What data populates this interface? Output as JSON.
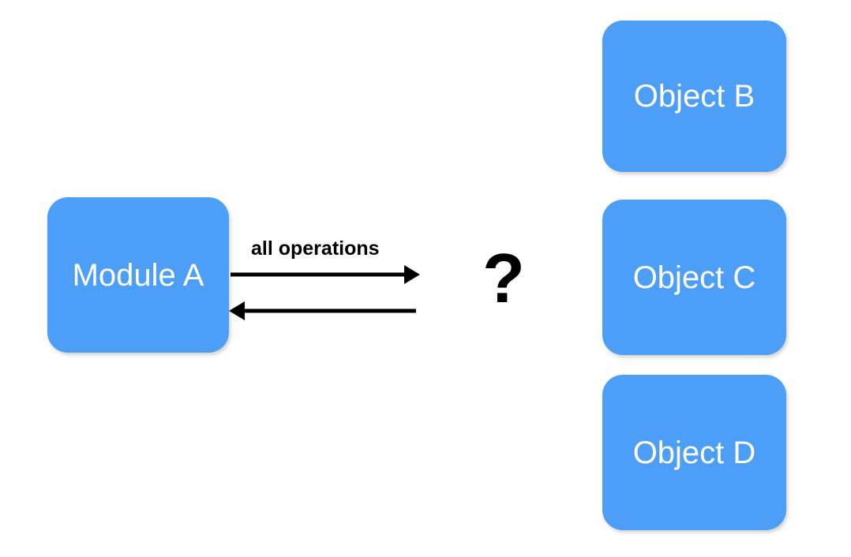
{
  "diagram": {
    "background_color": "#ffffff",
    "node_color": "#4d9ef6",
    "node_text_color": "#ffffff",
    "edge_color": "#000000",
    "nodes": [
      {
        "id": "module-a",
        "label": "Module A"
      },
      {
        "id": "object-b",
        "label": "Object B"
      },
      {
        "id": "object-c",
        "label": "Object C"
      },
      {
        "id": "object-d",
        "label": "Object D"
      }
    ],
    "edges": [
      {
        "id": "outgoing",
        "label": "all operations",
        "direction": "right",
        "from": "module-a"
      },
      {
        "id": "incoming",
        "label": "",
        "direction": "left",
        "to": "module-a"
      }
    ],
    "annotations": [
      {
        "id": "uncertainty",
        "symbol": "?"
      }
    ]
  }
}
